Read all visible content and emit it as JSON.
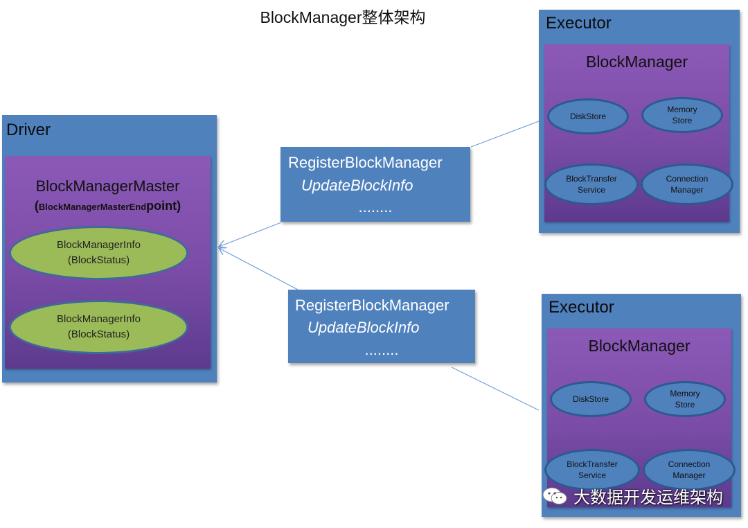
{
  "title": "BlockManager整体架构",
  "driver": {
    "label": "Driver",
    "master": {
      "title": "BlockManagerMaster",
      "subtitle_open": "(",
      "subtitle_small": "BlockManagerMasterEnd",
      "subtitle_big": "point",
      "subtitle_close": ")",
      "infos": [
        {
          "line1": "BlockManagerInfo",
          "line2": "(BlockStatus)"
        },
        {
          "line1": "BlockManagerInfo",
          "line2": "(BlockStatus)"
        }
      ]
    }
  },
  "messages": [
    {
      "line1": "RegisterBlockManager",
      "line2": "UpdateBlockInfo",
      "line3": "........"
    },
    {
      "line1": "RegisterBlockManager",
      "line2": "UpdateBlockInfo",
      "line3": "........"
    }
  ],
  "executors": [
    {
      "label": "Executor",
      "block_manager": "BlockManager",
      "components": {
        "disk_store": "DiskStore",
        "memory_store_1": "Memory",
        "memory_store_2": "Store",
        "block_transfer_1": "BlockTransfer",
        "block_transfer_2": "Service",
        "connection_1": "Connection",
        "connection_2": "Manager"
      }
    },
    {
      "label": "Executor",
      "block_manager": "BlockManager",
      "components": {
        "disk_store": "DiskStore",
        "memory_store_1": "Memory",
        "memory_store_2": "Store",
        "block_transfer_1": "BlockTransfer",
        "block_transfer_2": "Service",
        "connection_1": "Connection",
        "connection_2": "Manager"
      }
    }
  ],
  "watermark": {
    "text": "大数据开发运维架构",
    "icon": "wechat-icon"
  },
  "colors": {
    "outer_box": "#4f81bd",
    "inner_box": "#7a4ca7",
    "info_ellipse": "#9bbb59",
    "connector": "#6f9fd6"
  }
}
